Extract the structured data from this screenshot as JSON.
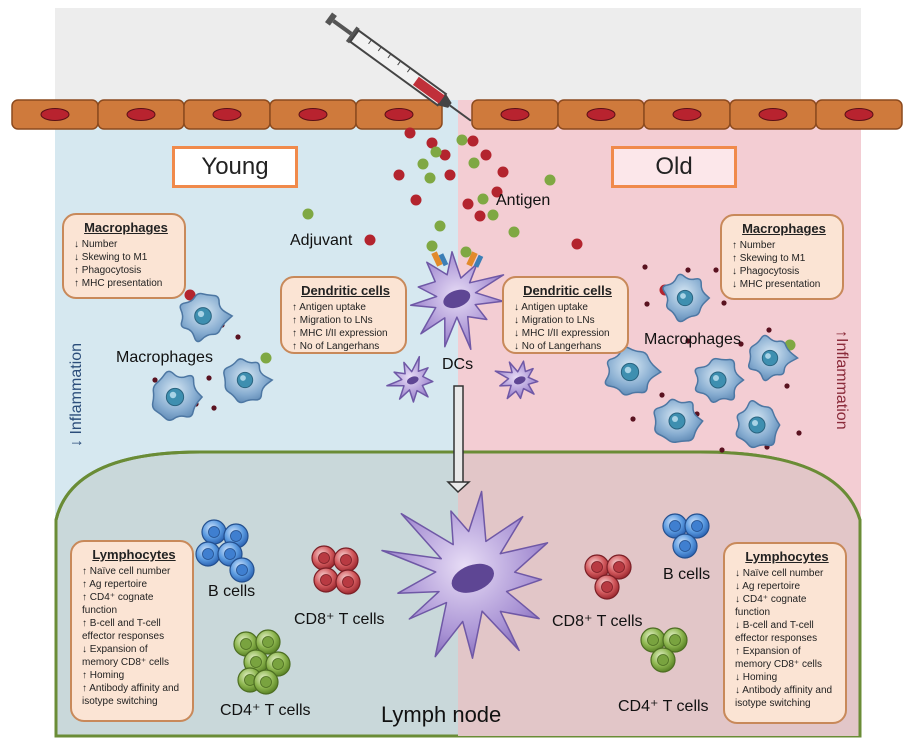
{
  "panels": {
    "young_title": "Young",
    "old_title": "Old",
    "lymph_node": "Lymph node"
  },
  "labels": {
    "adjuvant": "Adjuvant",
    "antigen": "Antigen",
    "dcs": "DCs",
    "macrophages_left": "Macrophages",
    "macrophages_right": "Macrophages",
    "inflammation_left": "↓ Inflammation",
    "inflammation_right": "↑Inflammation",
    "b_cells_left": "B cells",
    "b_cells_right": "B cells",
    "cd8_left": "CD8⁺ T cells",
    "cd8_right": "CD8⁺ T cells",
    "cd4_left": "CD4⁺ T cells",
    "cd4_right": "CD4⁺ T cells"
  },
  "boxes": {
    "young_macrophages": {
      "title": "Macrophages",
      "lines": [
        "↓ Number",
        "↓ Skewing to M1",
        "↑ Phagocytosis",
        "↑ MHC presentation"
      ]
    },
    "old_macrophages": {
      "title": "Macrophages",
      "lines": [
        "↑ Number",
        "↑ Skewing to M1",
        "↓ Phagocytosis",
        "↓ MHC presentation"
      ]
    },
    "young_dendritic": {
      "title": "Dendritic cells",
      "lines": [
        "↑ Antigen uptake",
        "↑ Migration to LNs",
        "↑ MHC I/II expression",
        "↑ No of Langerhans"
      ]
    },
    "old_dendritic": {
      "title": "Dendritic cells",
      "lines": [
        "↓ Antigen uptake",
        "↓ Migration to LNs",
        "↓ MHC I/II expression",
        "↓ No of Langerhans"
      ]
    },
    "young_lymphocytes": {
      "title": "Lymphocytes",
      "lines": [
        "↑ Naïve cell number",
        "↑ Ag repertoire",
        "↑ CD4⁺ cognate function",
        "↑ B-cell and T-cell effector responses",
        "↓ Expansion of memory CD8⁺ cells",
        "↑ Homing",
        "↑ Antibody affinity and isotype switching"
      ]
    },
    "old_lymphocytes": {
      "title": "Lymphocytes",
      "lines": [
        "↓ Naïve cell number",
        "↓ Ag repertoire",
        "↓ CD4⁺ cognate function",
        "↓ B-cell and T-cell effector responses",
        "↑ Expansion of memory CD8⁺ cells",
        "↓ Homing",
        "↓ Antibody affinity and isotype switching"
      ]
    }
  },
  "colors": {
    "young_bg": "#d6e8f0",
    "old_bg": "#f3cdd3",
    "epithelium": "#cf7a3c",
    "nucleus": "#b8232f",
    "box_bg": "#fbe4d4",
    "box_border": "#c8895a",
    "title_border": "#f08a4b",
    "lymph_border": "#6a8c36",
    "dc_purple": "#a48fcf",
    "macrophage_blue": "#7ba4c8",
    "b_cell_blue": "#4f8fd6",
    "cd8_red": "#c9484e",
    "cd4_green": "#7fa843",
    "antigen_red": "#b3242e",
    "adjuvant_green": "#7fa843"
  }
}
